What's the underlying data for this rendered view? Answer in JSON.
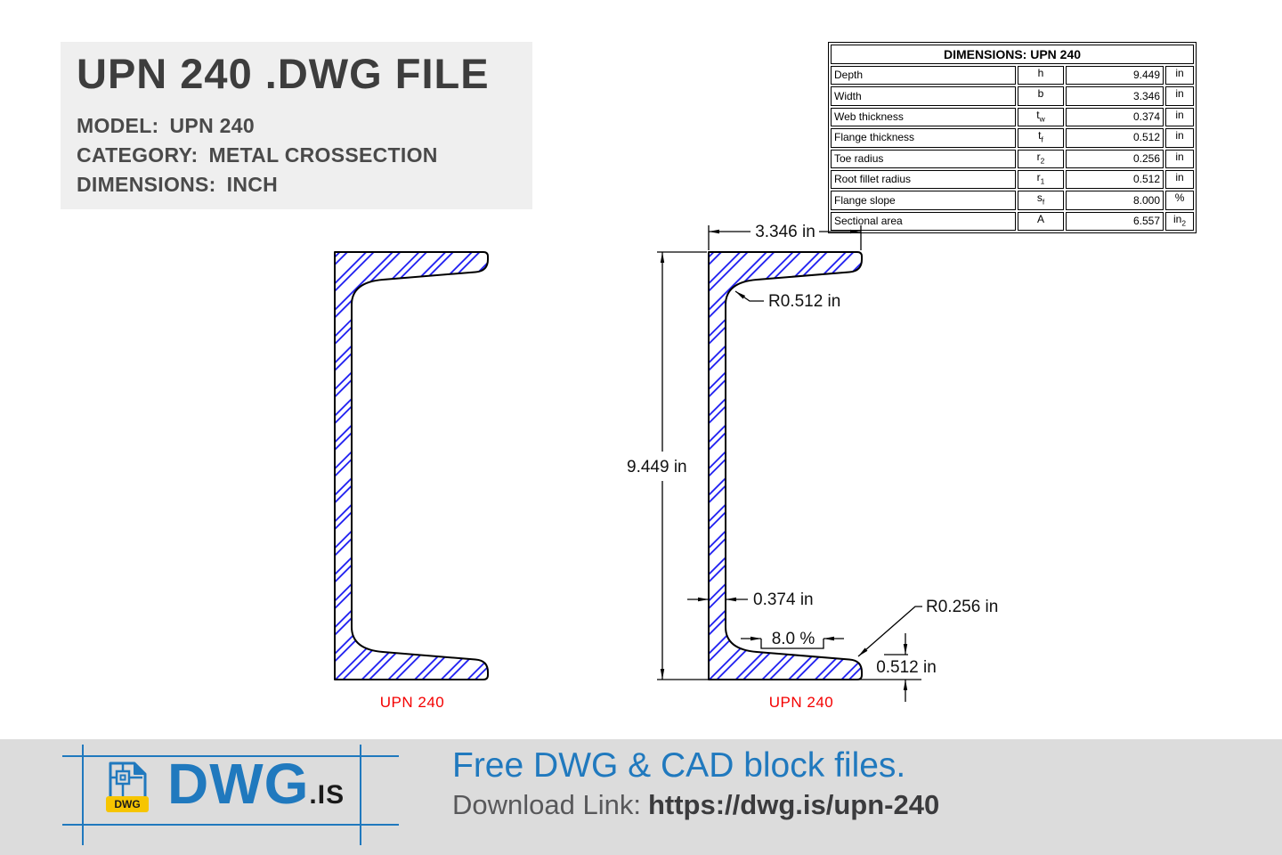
{
  "colors": {
    "accent": "#2079be",
    "hatch": "#1414f0",
    "caption": "#f40000",
    "logo_yellow": "#f6c500",
    "footer_bg": "#dcdcdc",
    "card_bg": "#efefef",
    "ink": "#000000"
  },
  "title_card": {
    "title": "UPN 240 .DWG FILE",
    "rows": [
      {
        "label": "MODEL:",
        "value": "UPN 240"
      },
      {
        "label": "CATEGORY:",
        "value": "METAL CROSSECTION"
      },
      {
        "label": "DIMENSIONS:",
        "value": "INCH"
      }
    ]
  },
  "dimensions_table": {
    "title": "DIMENSIONS: UPN 240",
    "rows": [
      {
        "name": "Depth",
        "symbol": "h",
        "sub": "",
        "value": "9.449",
        "unit": "in",
        "unit_sub": ""
      },
      {
        "name": "Width",
        "symbol": "b",
        "sub": "",
        "value": "3.346",
        "unit": "in",
        "unit_sub": ""
      },
      {
        "name": "Web thickness",
        "symbol": "t",
        "sub": "w",
        "value": "0.374",
        "unit": "in",
        "unit_sub": ""
      },
      {
        "name": "Flange thickness",
        "symbol": "t",
        "sub": "f",
        "value": "0.512",
        "unit": "in",
        "unit_sub": ""
      },
      {
        "name": "Toe radius",
        "symbol": "r",
        "sub": "2",
        "value": "0.256",
        "unit": "in",
        "unit_sub": ""
      },
      {
        "name": "Root fillet radius",
        "symbol": "r",
        "sub": "1",
        "value": "0.512",
        "unit": "in",
        "unit_sub": ""
      },
      {
        "name": "Flange slope",
        "symbol": "s",
        "sub": "f",
        "value": "8.000",
        "unit": "%",
        "unit_sub": ""
      },
      {
        "name": "Sectional area",
        "symbol": "A",
        "sub": "",
        "value": "6.557",
        "unit": "in",
        "unit_sub": "2"
      }
    ]
  },
  "drawings": {
    "left_caption": "UPN 240",
    "right_caption": "UPN 240",
    "dims": {
      "width": "3.346 in",
      "height": "9.449 in",
      "root_radius": "R0.512 in",
      "web_thickness": "0.374 in",
      "flange_slope": "8.0 %",
      "toe_radius": "R0.256 in",
      "flange_thickness": "0.512 in"
    }
  },
  "footer": {
    "logo_text": "DWG",
    "logo_suffix": ".IS",
    "logo_icon_label": "DWG",
    "headline": "Free DWG & CAD block files.",
    "download_label": "Download Link:",
    "download_url": "https://dwg.is/upn-240"
  }
}
